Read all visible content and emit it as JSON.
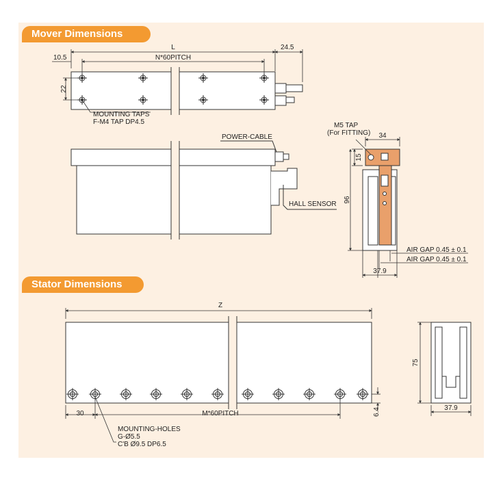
{
  "sections": {
    "mover_title": "Mover Dimensions",
    "stator_title": "Stator Dimensions"
  },
  "colors": {
    "tab": "#f39a31",
    "panel": "#fdf0e2",
    "fitting": "#e9a06b",
    "line": "#333333"
  },
  "mover": {
    "dim_L": "L",
    "dim_pitch": "N*60PITCH",
    "dim_left": "10.5",
    "dim_right": "24.5",
    "dim_height": "22",
    "taps_line1": "MOUNTING TAPS",
    "taps_line2": "F-M4 TAP DP4.5",
    "power_cable": "POWER-CABLE",
    "hall_sensor": "HALL SENSOR",
    "m5_line1": "M5 TAP",
    "m5_line2": "(For FITTING)",
    "dim_34": "34",
    "dim_15": "15",
    "dim_96": "96",
    "air_gap_1": "AIR GAP 0.45 ± 0.1",
    "air_gap_2": "AIR GAP 0.45 ± 0.1",
    "dim_37_9": "37.9"
  },
  "stator": {
    "dim_Z": "Z",
    "dim_30": "30",
    "dim_pitch": "M*60PITCH",
    "dim_6_4": "6.4",
    "holes_line1": "MOUNTING-HOLES",
    "holes_line2": "G-Ø5.5",
    "holes_line3": "C'B Ø9.5 DP6.5",
    "dim_75": "75",
    "dim_37_9": "37.9"
  }
}
